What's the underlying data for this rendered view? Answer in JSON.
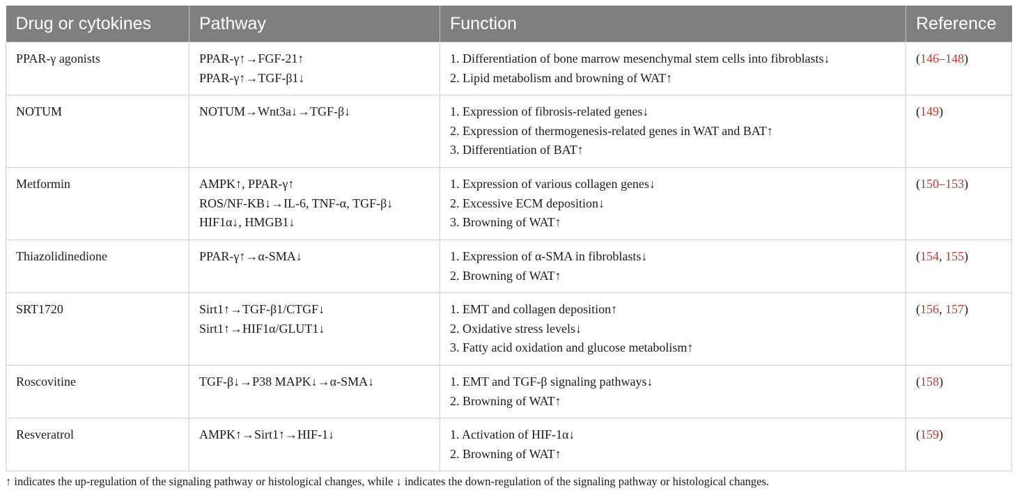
{
  "table": {
    "headers": [
      "Drug or cytokines",
      "Pathway",
      "Function",
      "Reference"
    ],
    "rows": [
      {
        "drug": "PPAR-γ agonists",
        "pathway": [
          "PPAR-γ↑→FGF-21↑",
          "PPAR-γ↑→TGF-β1↓"
        ],
        "function": [
          "1. Differentiation of bone marrow mesenchymal stem cells into fibroblasts↓",
          "2. Lipid metabolism and browning of WAT↑"
        ],
        "reference": {
          "open": "(",
          "refs": [
            "146–148"
          ],
          "sep": ", ",
          "close": ")"
        }
      },
      {
        "drug": "NOTUM",
        "pathway": [
          "NOTUM→Wnt3a↓→TGF-β↓"
        ],
        "function": [
          "1. Expression of fibrosis-related genes↓",
          "2. Expression of thermogenesis-related genes in WAT and BAT↑",
          "3. Differentiation of BAT↑"
        ],
        "reference": {
          "open": "(",
          "refs": [
            "149"
          ],
          "sep": ", ",
          "close": ")"
        }
      },
      {
        "drug": "Metformin",
        "pathway": [
          "AMPK↑, PPAR-γ↑",
          "ROS/NF-KB↓→IL-6, TNF-α, TGF-β↓",
          "HIF1α↓, HMGB1↓"
        ],
        "function": [
          "1. Expression of various collagen genes↓",
          "2. Excessive ECM deposition↓",
          "3. Browning of WAT↑"
        ],
        "reference": {
          "open": "(",
          "refs": [
            "150–153"
          ],
          "sep": ", ",
          "close": ")"
        }
      },
      {
        "drug": "Thiazolidinedione",
        "pathway": [
          "PPAR-γ↑→α-SMA↓"
        ],
        "function": [
          "1. Expression of α-SMA in fibroblasts↓",
          "2. Browning of WAT↑"
        ],
        "reference": {
          "open": "(",
          "refs": [
            "154",
            "155"
          ],
          "sep": ", ",
          "close": ")"
        }
      },
      {
        "drug": "SRT1720",
        "pathway": [
          "Sirt1↑→TGF-β1/CTGF↓",
          "Sirt1↑→HIF1α/GLUT1↓"
        ],
        "function": [
          "1. EMT and collagen deposition↑",
          "2. Oxidative stress levels↓",
          "3. Fatty acid oxidation and glucose metabolism↑"
        ],
        "reference": {
          "open": "(",
          "refs": [
            "156",
            "157"
          ],
          "sep": ", ",
          "close": ")"
        }
      },
      {
        "drug": "Roscovitine",
        "pathway": [
          "TGF-β↓→P38 MAPK↓→α-SMA↓"
        ],
        "function": [
          "1. EMT and TGF-β signaling pathways↓",
          "2. Browning of WAT↑"
        ],
        "reference": {
          "open": "(",
          "refs": [
            "158"
          ],
          "sep": ", ",
          "close": ")"
        }
      },
      {
        "drug": "Resveratrol",
        "pathway": [
          "AMPK↑→Sirt1↑→HIF-1↓"
        ],
        "function": [
          "1. Activation of HIF-1α↓",
          "2. Browning of WAT↑"
        ],
        "reference": {
          "open": "(",
          "refs": [
            "159"
          ],
          "sep": ", ",
          "close": ")"
        }
      }
    ],
    "row_heights": [
      76,
      104,
      104,
      76,
      104,
      76,
      76
    ]
  },
  "footnote": "↑ indicates the up-regulation of the signaling pathway or histological changes, while ↓ indicates the down-regulation of the signaling pathway or histological changes.",
  "colors": {
    "header_bg": "#7f7f7f",
    "header_text": "#ffffff",
    "ref_link": "#c0392b",
    "border": "#cfcfcf"
  }
}
